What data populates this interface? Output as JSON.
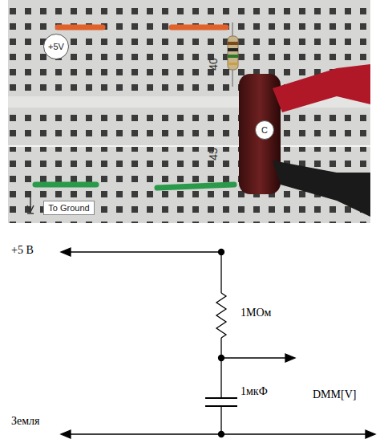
{
  "diagram": {
    "nodes": [
      {
        "text": [
          "+5V"
        ]
      },
      {
        "text": [
          "C"
        ]
      },
      {
        "text": [
          "To Ground"
        ]
      }
    ],
    "labels": [
      "40",
      "45",
      "+5 В",
      "1МОм",
      "1мкФ",
      "DMM[V]",
      "Земля"
    ]
  }
}
